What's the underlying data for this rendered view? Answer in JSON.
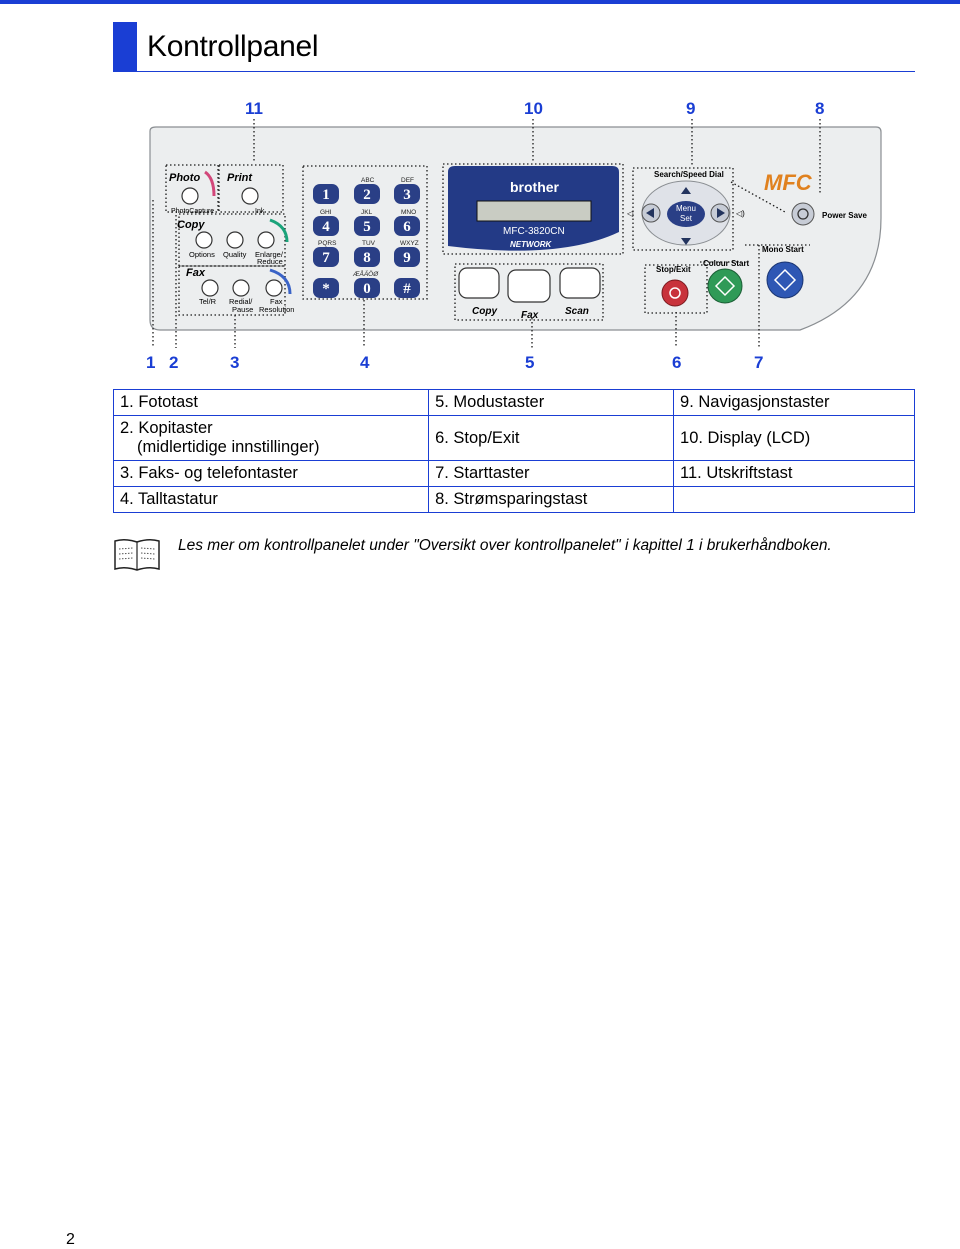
{
  "page": {
    "title": "Kontrollpanel",
    "page_number": "2"
  },
  "callouts_top": [
    "11",
    "10",
    "9",
    "8"
  ],
  "callouts_bottom": [
    "1",
    "2",
    "3",
    "4",
    "5",
    "6",
    "7"
  ],
  "panel": {
    "photo_label": "Photo",
    "print_label": "Print",
    "photocapture_label": "PhotoCapture",
    "ink_label": "Ink",
    "copy_label": "Copy",
    "fax_label": "Fax",
    "options_label": "Options",
    "quality_label": "Quality",
    "enlarge_label": "Enlarge/",
    "reduce_label": "Reduce",
    "telr_label": "Tel/R",
    "redial_label": "Redial/",
    "pause_label": "Pause",
    "fax_btn_label": "Fax",
    "resolution_label": "Resolution",
    "keypad": {
      "sub": [
        "ABC",
        "DEF",
        "GHI",
        "JKL",
        "MNO",
        "PQRS",
        "TUV",
        "WXYZ",
        "ÆÅÄÖØ"
      ],
      "keys": [
        "1",
        "2",
        "3",
        "4",
        "5",
        "6",
        "7",
        "8",
        "9",
        "*",
        "0",
        "#"
      ]
    },
    "brand": "brother",
    "model": "MFC-3820CN",
    "network_label": "NETWORK",
    "mode_labels": [
      "Copy",
      "Fax",
      "Scan"
    ],
    "search_label": "Search/Speed Dial",
    "menu_label": "Menu",
    "set_label": "Set",
    "stop_label": "Stop/Exit",
    "colour_start_label": "Colour Start",
    "mono_start_label": "Mono Start",
    "power_save_label": "Power Save",
    "mfc_logo": "MFC"
  },
  "legend": {
    "rows": [
      [
        "1. Fototast",
        "5. Modustaster",
        "9. Navigasjonstaster"
      ],
      [
        "2. Kopitaster (midlertidige innstillinger)",
        "6. Stop/Exit",
        "10. Display (LCD)"
      ],
      [
        "3. Faks- og telefontaster",
        "7. Starttaster",
        "11. Utskriftstast"
      ],
      [
        "4. Talltastatur",
        "8. Strømsparingstast",
        ""
      ]
    ],
    "row2_col1_line1": "2. Kopitaster",
    "row2_col1_line2": "(midlertidige innstillinger)"
  },
  "note": "Les mer om kontrollpanelet under \"Oversikt over kontrollpanelet\" i kapittel 1 i brukerhåndboken.",
  "colors": {
    "accent": "#1a3ed4",
    "panel_bg": "#eceeef",
    "lcd_frame": "#233a86",
    "stop": "#c8323b",
    "colour_start": "#2f9a57",
    "mono_start": "#2e57b4",
    "photo_accent": "#d2477a",
    "copy_accent": "#1aa37a",
    "fax_accent": "#3a63c7"
  }
}
